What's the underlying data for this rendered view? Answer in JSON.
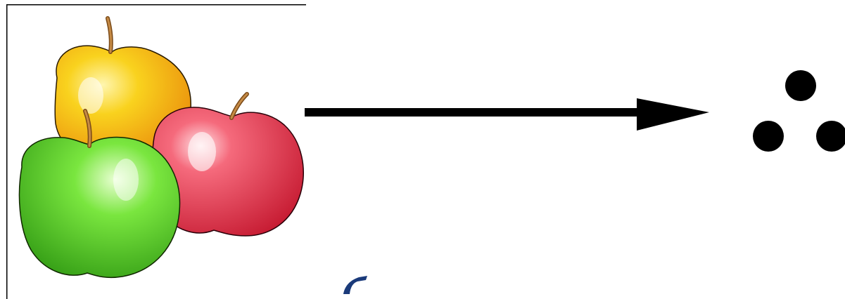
{
  "figure": {
    "apples": [
      {
        "color": "yellow",
        "fill": "#f7c21a",
        "shade": "#e98a0c"
      },
      {
        "color": "red",
        "fill": "#ec3d55",
        "shade": "#c81f35"
      },
      {
        "color": "green",
        "fill": "#57d12b",
        "shade": "#2f9a12"
      }
    ],
    "arrow_direction": "right",
    "dot_count": 3,
    "colors": {
      "arrow": "#000000",
      "dots": "#000000",
      "frame": "#000000",
      "glyph": "#1a3a7a"
    }
  }
}
